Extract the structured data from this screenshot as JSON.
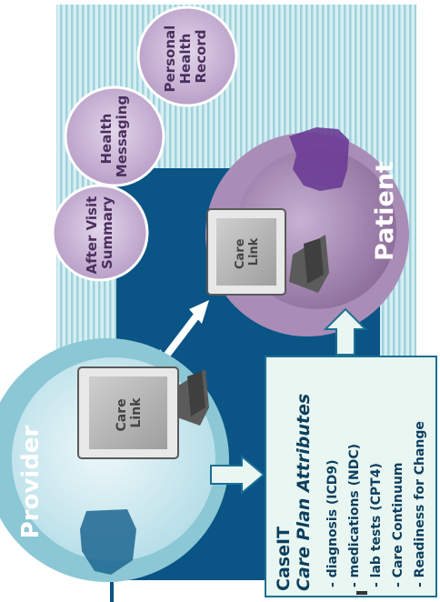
{
  "bubbles": {
    "after_visit": [
      "After Visit",
      "Summary"
    ],
    "health_messaging": [
      "Health",
      "Messaging"
    ],
    "phr": [
      "Personal",
      "Health",
      "Record"
    ]
  },
  "patient": {
    "label": "Patient",
    "monitor": [
      "Care",
      "Link"
    ]
  },
  "provider": {
    "label": "Provider",
    "monitor": [
      "Care",
      "Link"
    ]
  },
  "caseit": {
    "title": "CaseIT",
    "subtitle": "Care Plan Attributes",
    "items": [
      "- diagnosis (ICD9)",
      "- medications (NDC)",
      "- lab tests (CPT4)",
      "- Care Continuum",
      "- Readiness for Change"
    ]
  },
  "colors": {
    "navy": "#0a5486",
    "stripe": "#bfe3ea",
    "lavender": "#c9b3d5",
    "lavender_dark": "#7c5c86",
    "provider_circle": "#bfe4ec",
    "box_fill": "#e9f6f1",
    "box_border": "#1c6f93"
  }
}
